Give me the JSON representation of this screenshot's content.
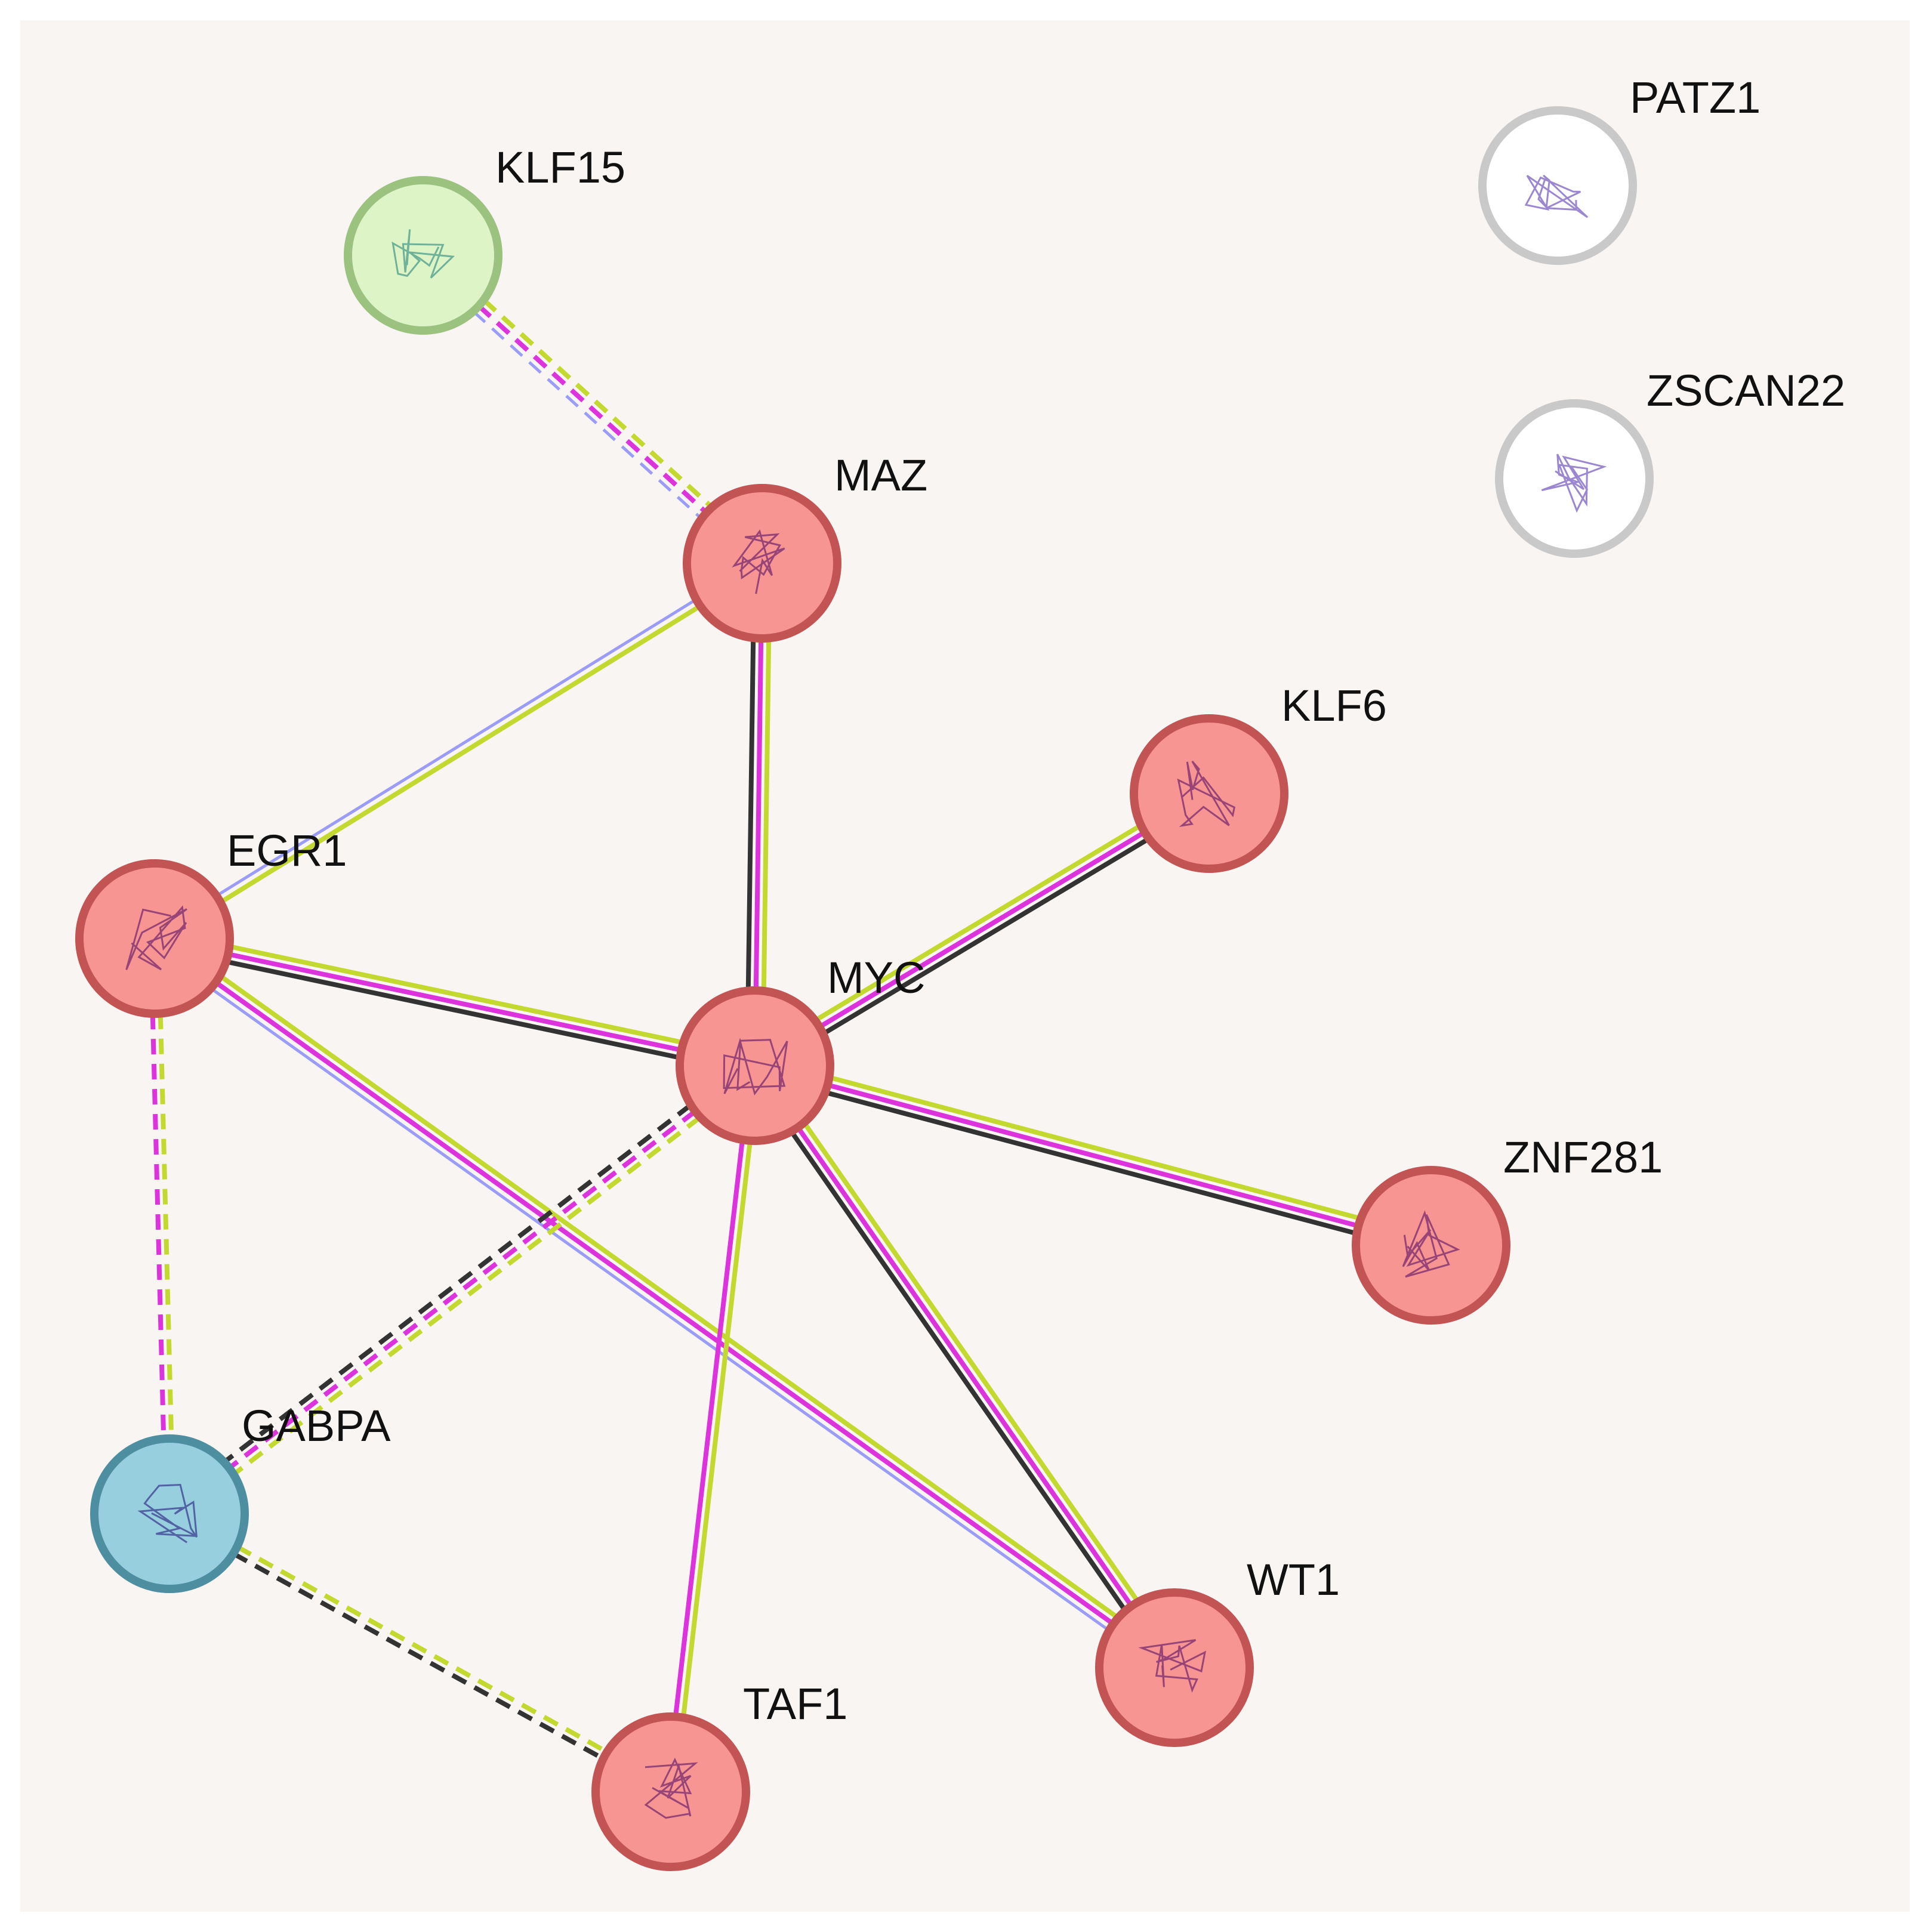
{
  "colors": {
    "background": "#f8f5f2",
    "text-mining": "#c4d930",
    "experiments": "#dd33dd",
    "co-expression": "#333333",
    "homology": "#9a9cf7",
    "cluster_red_fill": "#f79593",
    "cluster_red_stroke": "#c25454",
    "cluster_green_fill": "#ddf5c6",
    "cluster_green_stroke": "#9bc37f",
    "cluster_blue_fill": "#97cfdf",
    "cluster_blue_stroke": "#4d8fa0",
    "isolated_fill": "#ffffff",
    "isolated_stroke": "#c9c9c9"
  },
  "nodes": [
    {
      "id": "KLF15",
      "label": "KLF15",
      "cluster": "green"
    },
    {
      "id": "MAZ",
      "label": "MAZ",
      "cluster": "red"
    },
    {
      "id": "KLF6",
      "label": "KLF6",
      "cluster": "red"
    },
    {
      "id": "EGR1",
      "label": "EGR1",
      "cluster": "red"
    },
    {
      "id": "MYC",
      "label": "MYC",
      "cluster": "red"
    },
    {
      "id": "ZNF281",
      "label": "ZNF281",
      "cluster": "red"
    },
    {
      "id": "GABPA",
      "label": "GABPA",
      "cluster": "blue"
    },
    {
      "id": "WT1",
      "label": "WT1",
      "cluster": "red"
    },
    {
      "id": "TAF1",
      "label": "TAF1",
      "cluster": "red"
    },
    {
      "id": "PATZ1",
      "label": "PATZ1",
      "cluster": "isolated"
    },
    {
      "id": "ZSCAN22",
      "label": "ZSCAN22",
      "cluster": "isolated"
    }
  ],
  "edges": [
    {
      "source": "KLF15",
      "target": "MAZ",
      "style": "dashed",
      "evidence": [
        "text-mining",
        "experiments",
        "homology"
      ]
    },
    {
      "source": "MAZ",
      "target": "EGR1",
      "style": "solid",
      "evidence": [
        "text-mining",
        "homology"
      ]
    },
    {
      "source": "MAZ",
      "target": "MYC",
      "style": "solid",
      "evidence": [
        "text-mining",
        "experiments",
        "co-expression"
      ]
    },
    {
      "source": "MYC",
      "target": "KLF6",
      "style": "solid",
      "evidence": [
        "text-mining",
        "experiments",
        "co-expression"
      ]
    },
    {
      "source": "EGR1",
      "target": "MYC",
      "style": "solid",
      "evidence": [
        "text-mining",
        "experiments",
        "co-expression"
      ]
    },
    {
      "source": "EGR1",
      "target": "WT1",
      "style": "solid",
      "evidence": [
        "text-mining",
        "experiments",
        "homology"
      ]
    },
    {
      "source": "EGR1",
      "target": "GABPA",
      "style": "dashed",
      "evidence": [
        "text-mining",
        "experiments"
      ]
    },
    {
      "source": "MYC",
      "target": "ZNF281",
      "style": "solid",
      "evidence": [
        "text-mining",
        "experiments",
        "co-expression"
      ]
    },
    {
      "source": "MYC",
      "target": "WT1",
      "style": "solid",
      "evidence": [
        "text-mining",
        "experiments",
        "co-expression"
      ]
    },
    {
      "source": "MYC",
      "target": "TAF1",
      "style": "solid",
      "evidence": [
        "text-mining",
        "experiments"
      ]
    },
    {
      "source": "MYC",
      "target": "GABPA",
      "style": "dashed",
      "evidence": [
        "text-mining",
        "experiments",
        "co-expression"
      ]
    },
    {
      "source": "GABPA",
      "target": "TAF1",
      "style": "dashed",
      "evidence": [
        "text-mining",
        "co-expression"
      ]
    }
  ]
}
